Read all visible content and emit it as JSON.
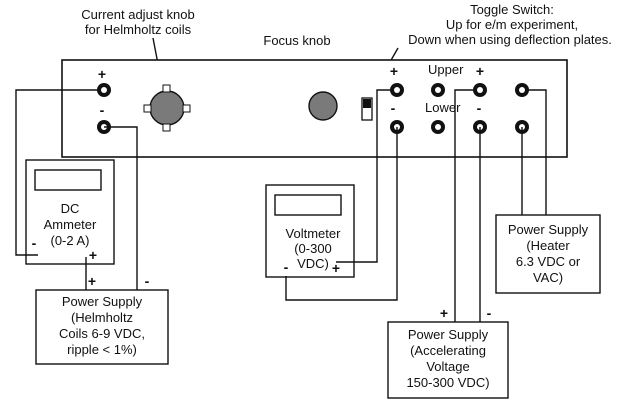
{
  "title_callouts": {
    "current_knob": [
      "Current adjust knob",
      "for Helmholtz coils"
    ],
    "focus_knob": [
      "Focus knob"
    ],
    "toggle_switch": [
      "Toggle Switch:",
      "Up for e/m experiment,",
      "Down when using deflection plates."
    ]
  },
  "panel_labels": {
    "upper": "Upper",
    "lower": "Lower"
  },
  "signs": {
    "plus": "+",
    "minus": "-"
  },
  "meters": {
    "ammeter": [
      "DC",
      "Ammeter",
      "(0-2 A)"
    ],
    "voltmeter": [
      "Voltmeter",
      "(0-300",
      "VDC)"
    ]
  },
  "power_supplies": {
    "helmholtz": [
      "Power Supply",
      "(Helmholtz",
      "Coils 6-9 VDC,",
      "ripple < 1%)"
    ],
    "accelerating": [
      "Power Supply",
      "(Accelerating",
      "Voltage",
      "150-300 VDC)"
    ],
    "heater": [
      "Power Supply",
      "(Heater",
      "6.3 VDC or",
      "VAC)"
    ]
  }
}
